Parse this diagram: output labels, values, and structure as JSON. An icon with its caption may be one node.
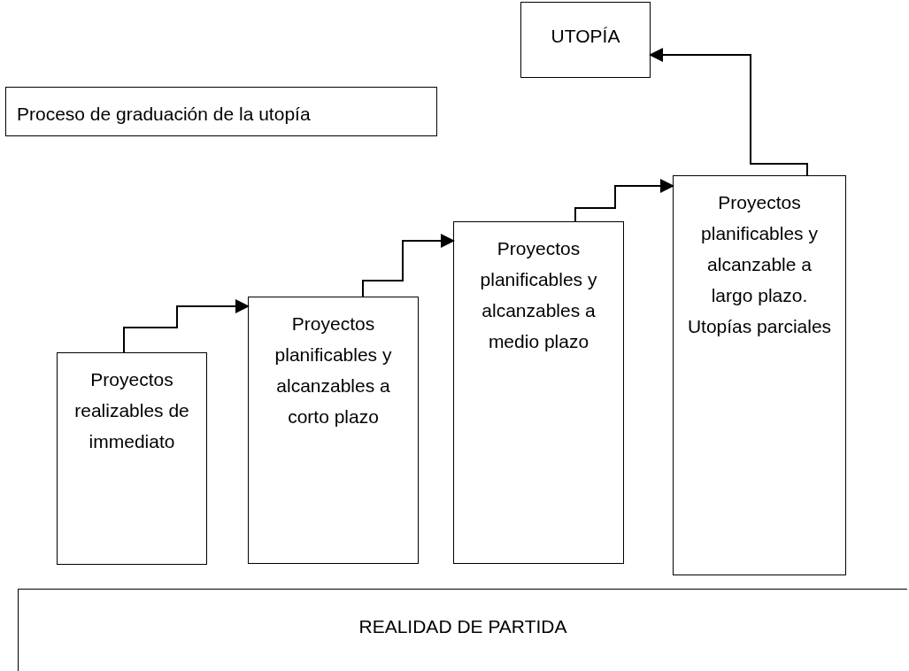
{
  "diagram": {
    "nodes": [
      {
        "text": [
          "UTOPÍA"
        ]
      },
      {
        "text": [
          "Proceso de graduación de la utopía"
        ]
      },
      {
        "text": [
          "Proyectos realizables de immediato"
        ]
      },
      {
        "text": [
          "Proyectos planificables y alcanzables a corto plazo"
        ]
      },
      {
        "text": [
          "Proyectos planificables y alcanzables a medio plazo"
        ]
      },
      {
        "text": [
          "Proyectos planificables y alcanzable a largo plazo. Utopías parciales"
        ]
      },
      {
        "text": [
          "REALIDAD DE PARTIDA"
        ]
      }
    ],
    "edges": [
      {
        "from": 2,
        "to": 3,
        "arrow": "to"
      },
      {
        "from": 3,
        "to": 4,
        "arrow": "to"
      },
      {
        "from": 4,
        "to": 5,
        "arrow": "to"
      },
      {
        "from": 5,
        "to": 0,
        "arrow": "to"
      }
    ]
  }
}
